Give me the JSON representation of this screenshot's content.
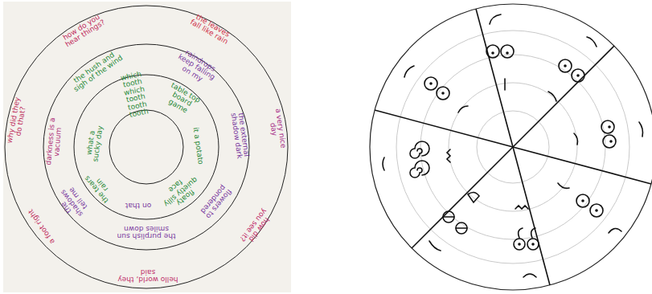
{
  "diagram": {
    "labels": [
      "how do you hear things?",
      "the leaves fall like rain",
      "why did they do that?",
      "a very nice day",
      "how did you see it?",
      "hello world, they said",
      "a foot right",
      "the hush and sigh of the wind",
      "raindrops keep falling on my",
      "the external shadow dark",
      "flowers to pondered",
      "the purplish sun smiles down",
      "the shadows tell me",
      "darkness is a vacuum",
      "which tooth which tooth tooth tooth",
      "table top board game",
      "it a potato",
      "floaty quietly silly face",
      "on that",
      "the tears rain",
      "what a sucky day"
    ]
  }
}
